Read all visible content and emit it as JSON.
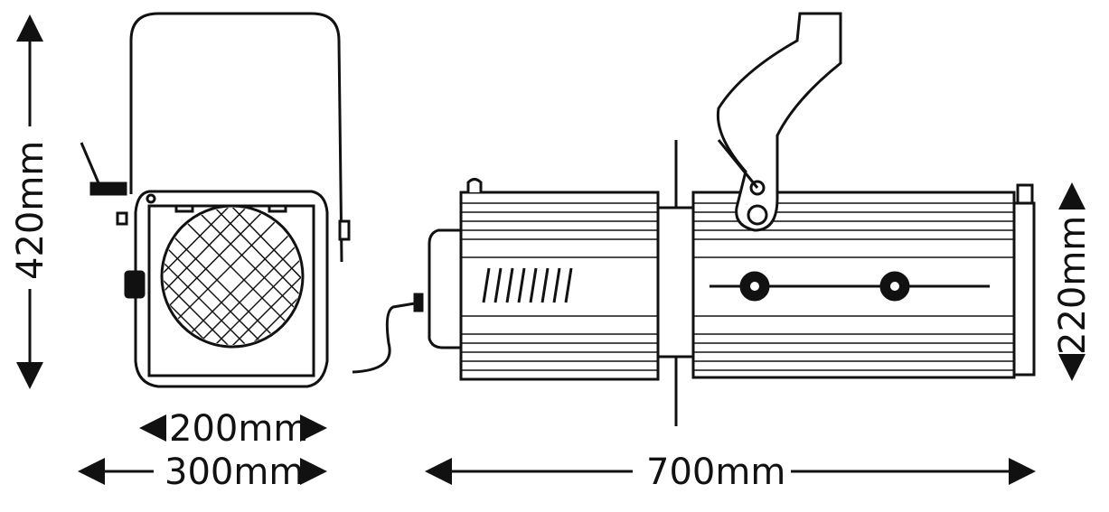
{
  "dimensions": {
    "height_front": "420mm",
    "inner_width_front": "200mm",
    "outer_width_front": "300mm",
    "length_side": "700mm",
    "height_side": "220mm"
  },
  "colors": {
    "line": "#111111",
    "background": "#ffffff"
  }
}
